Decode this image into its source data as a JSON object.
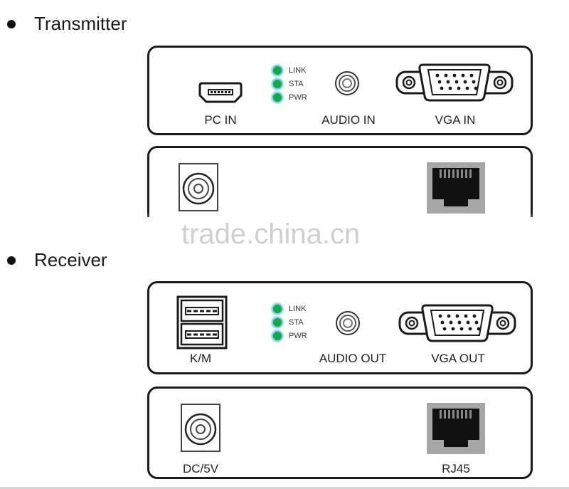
{
  "sections": {
    "transmitter_title": "Transmitter",
    "receiver_title": "Receiver"
  },
  "transmitter": {
    "front": {
      "pc_in": "PC IN",
      "audio_in": "AUDIO IN",
      "vga_in": "VGA IN",
      "leds": [
        "LINK",
        "STA",
        "PWR"
      ]
    }
  },
  "receiver": {
    "front": {
      "km": "K/M",
      "audio_out": "AUDIO OUT",
      "vga_out": "VGA OUT",
      "leds": [
        "LINK",
        "STA",
        "PWR"
      ]
    },
    "back": {
      "dc": "DC/5V",
      "rj45": "RJ45"
    }
  },
  "watermark": "trade.china.cn",
  "colors": {
    "led_green": "#17a84a",
    "led_glow": "#7fd0e8",
    "rj45_frame": "#a6a6a6",
    "outline": "#1a1a1a"
  },
  "icons": [
    "mini-usb-port-icon",
    "audio-jack-icon",
    "vga-port-icon",
    "dc-power-jack-icon",
    "rj45-port-icon",
    "usb-a-port-icon",
    "led-indicator-icon"
  ]
}
